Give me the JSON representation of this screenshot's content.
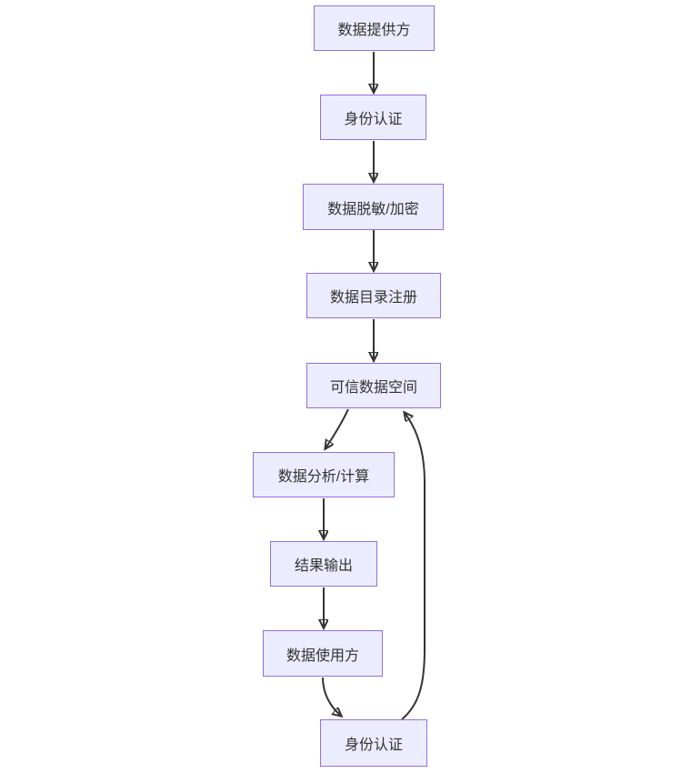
{
  "diagram": {
    "type": "flowchart",
    "direction": "top-down",
    "colors": {
      "background": "#ffffff",
      "node_fill": "#ECECFF",
      "node_border": "#9370DB",
      "edge": "#333333",
      "text": "#333333"
    },
    "nodes": [
      {
        "id": "provider",
        "label": "数据提供方"
      },
      {
        "id": "auth-top",
        "label": "身份认证"
      },
      {
        "id": "masking",
        "label": "数据脱敏/加密"
      },
      {
        "id": "catalog",
        "label": "数据目录注册"
      },
      {
        "id": "space",
        "label": "可信数据空间"
      },
      {
        "id": "analysis",
        "label": "数据分析/计算"
      },
      {
        "id": "output",
        "label": "结果输出"
      },
      {
        "id": "user",
        "label": "数据使用方"
      },
      {
        "id": "auth-bottom",
        "label": "身份认证"
      }
    ],
    "edges": [
      {
        "from": "provider",
        "to": "auth-top"
      },
      {
        "from": "auth-top",
        "to": "masking"
      },
      {
        "from": "masking",
        "to": "catalog"
      },
      {
        "from": "catalog",
        "to": "space"
      },
      {
        "from": "space",
        "to": "analysis"
      },
      {
        "from": "analysis",
        "to": "output"
      },
      {
        "from": "output",
        "to": "user"
      },
      {
        "from": "user",
        "to": "auth-bottom"
      },
      {
        "from": "auth-bottom",
        "to": "space"
      }
    ]
  }
}
